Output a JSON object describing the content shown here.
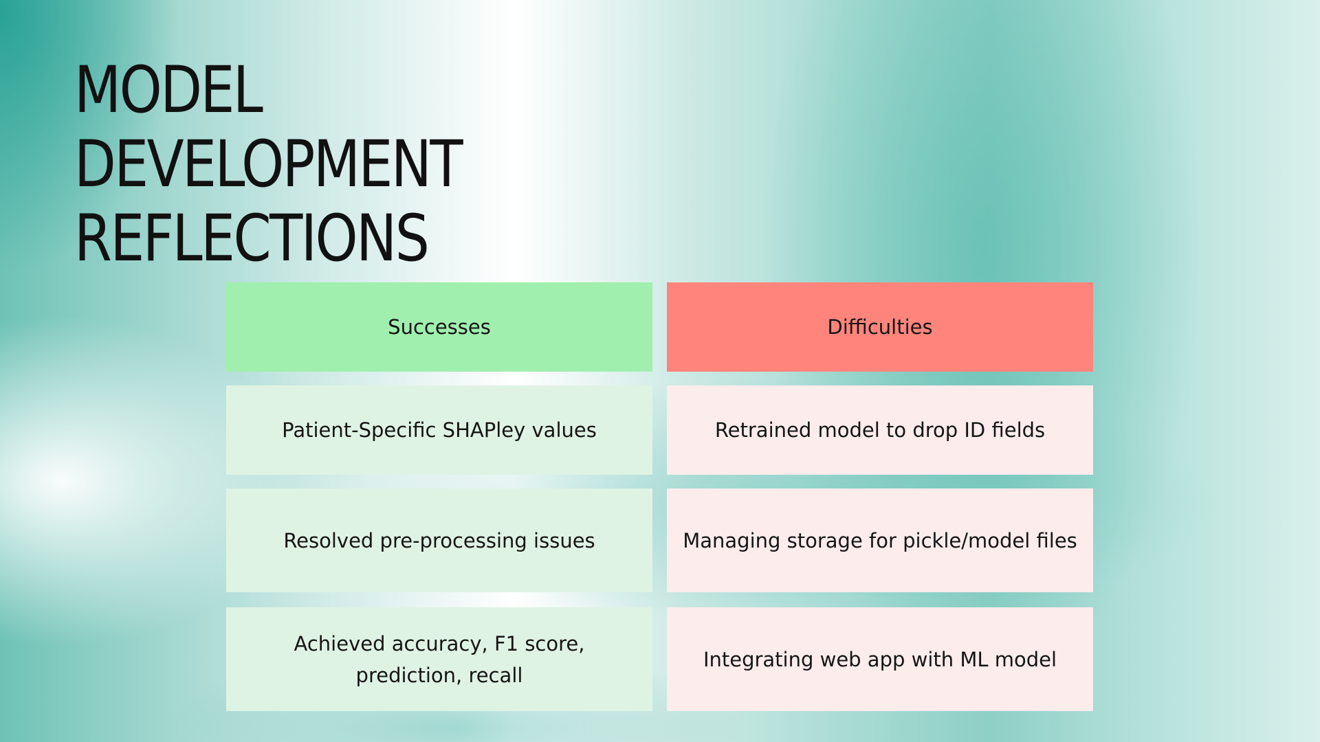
{
  "slide": {
    "title_lines": [
      "MODEL",
      "DEVELOPMENT",
      "REFLECTIONS"
    ]
  },
  "table": {
    "headers": {
      "successes": "Successes",
      "difficulties": "Difficulties"
    },
    "rows": [
      {
        "success": "Patient-Specific SHAPley values",
        "difficulty": "Retrained model to drop ID fields"
      },
      {
        "success": "Resolved pre-processing issues",
        "difficulty": "Managing storage for pickle/model files"
      },
      {
        "success": "Achieved accuracy, F1 score, prediction, recall",
        "difficulty": "Integrating web app with ML model"
      }
    ]
  },
  "colors": {
    "success_header": "#a0efae",
    "difficulty_header": "#ff857c",
    "success_cell": "#dff3e4",
    "difficulty_cell": "#fdecec"
  }
}
